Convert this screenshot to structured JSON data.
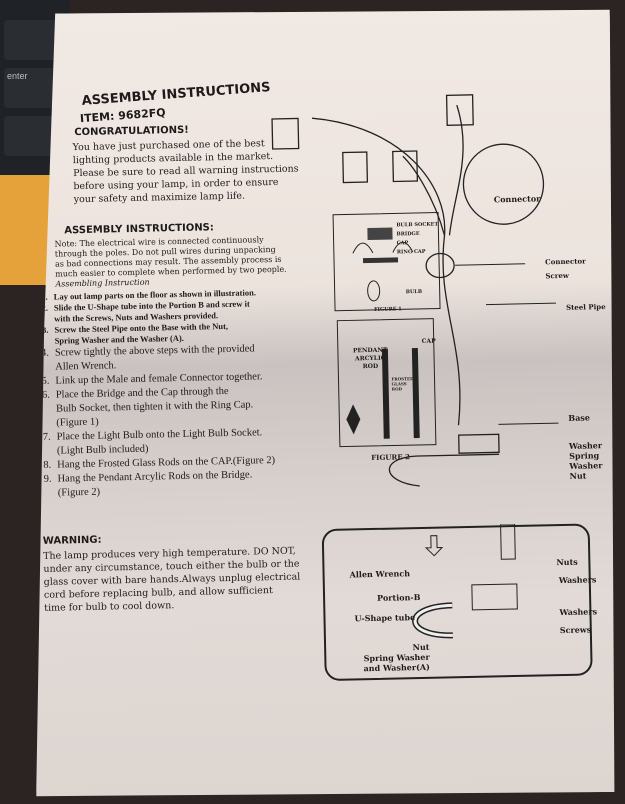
{
  "background": {
    "key_label": "enter"
  },
  "header": {
    "title": "ASSEMBLY INSTRUCTIONS",
    "item": "ITEM: 9682FQ"
  },
  "congrats": {
    "heading": "CONGRATULATIONS!",
    "lines": [
      "You have just purchased one of the best",
      "lighting products available in the market.",
      "Please be sure to read all warning instructions",
      "before using your lamp, in order to ensure",
      "your safety and maximize lamp life."
    ]
  },
  "assembly": {
    "heading": "ASSEMBLY INSTRUCTIONS:",
    "note_lines": [
      "Note: The electrical wire is connected continuously",
      "through the poles. Do not pull wires during unpacking",
      "as bad connections may result. The assembly process is",
      "much easier to complete when performed by two people."
    ],
    "subheading": "Assembling Instruction",
    "steps": [
      [
        "1.",
        "Lay out lamp parts on the floor as shown in illustration."
      ],
      [
        "2.",
        "Slide the U-Shape tube into the Portion B and screw it"
      ],
      [
        "",
        "with the Screws, Nuts and Washers provided."
      ],
      [
        "3.",
        "Screw the Steel Pipe onto the Base with the Nut,"
      ],
      [
        "",
        "Spring Washer and the Washer (A)."
      ],
      [
        "4.",
        "Screw tightly the above steps with the provided"
      ],
      [
        "",
        "Allen Wrench."
      ],
      [
        "5.",
        "Link up the Male and female Connector together."
      ],
      [
        "6.",
        "Place the Bridge and the Cap through the"
      ],
      [
        "",
        "Bulb Socket, then tighten it with the Ring Cap."
      ],
      [
        "",
        "(Figure 1)"
      ],
      [
        "7.",
        "Place the Light Bulb onto the Light Bulb Socket."
      ],
      [
        "",
        "(Light Bulb included)"
      ],
      [
        "8.",
        "Hang the Frosted Glass Rods on the CAP.(Figure 2)"
      ],
      [
        "9.",
        "Hang the Pendant Arcylic Rods on the Bridge."
      ],
      [
        "",
        "(Figure 2)"
      ]
    ]
  },
  "warning": {
    "heading": "WARNING:",
    "lines": [
      "The lamp produces very high temperature. DO NOT,",
      "under any circumstance, touch either the bulb or the",
      "glass cover with bare hands.Always unplug electrical",
      "cord before replacing bulb, and allow sufficient",
      "time for bulb to cool down."
    ]
  },
  "diagram_main": {
    "connector_callout": "Connector",
    "labels": [
      "Connector",
      "Screw",
      "Steel Pipe",
      "Base",
      "Washer",
      "Spring",
      "Washer",
      "Nut"
    ]
  },
  "figure1": {
    "labels": [
      "BULB SOCKET",
      "BRIDGE",
      "CAP",
      "RING CAP",
      "BULB"
    ],
    "caption": "FIGURE 1"
  },
  "figure2": {
    "labels": [
      "PENDANT",
      "ARCYLIC",
      "ROD",
      "FROSTED",
      "GLASS",
      "ROD",
      "CAP"
    ],
    "caption": "FIGURE 2"
  },
  "diagram_base": {
    "labels_left": [
      "Allen Wrench",
      "Portion-B",
      "U-Shape tube",
      "Nut",
      "Spring Washer",
      "and Washer(A)"
    ],
    "labels_right": [
      "Nuts",
      "Washers",
      "Washers",
      "Screws"
    ]
  }
}
